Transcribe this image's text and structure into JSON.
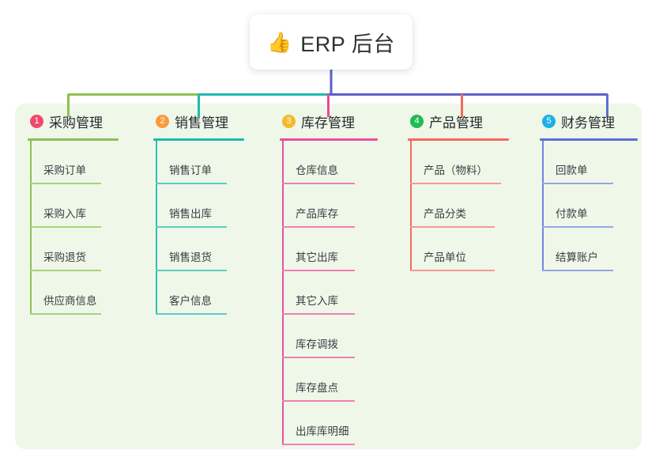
{
  "page": {
    "background": "#ffffff",
    "panel_background": "#eff7e9"
  },
  "root": {
    "icon": "thumbs-up-icon",
    "emoji": "👍",
    "title": "ERP 后台"
  },
  "columns": [
    {
      "number": "1",
      "title": "采购管理",
      "badge_color": "#f2496b",
      "rule_color": "#8cc152",
      "spine_color": "#8cc152",
      "leaf_rule_color": "#a8d27a",
      "items": [
        {
          "label": "采购订单"
        },
        {
          "label": "采购入库"
        },
        {
          "label": "采购退货"
        },
        {
          "label": "供应商信息"
        }
      ]
    },
    {
      "number": "2",
      "title": "销售管理",
      "badge_color": "#f99b3a",
      "rule_color": "#1fbbad",
      "spine_color": "#2fc0b2",
      "leaf_rule_color": "#5ccec3",
      "items": [
        {
          "label": "销售订单"
        },
        {
          "label": "销售出库"
        },
        {
          "label": "销售退货"
        },
        {
          "label": "客户信息"
        }
      ]
    },
    {
      "number": "3",
      "title": "库存管理",
      "badge_color": "#f7b929",
      "rule_color": "#e8519e",
      "spine_color": "#e8519e",
      "leaf_rule_color": "#ef7fb8",
      "items": [
        {
          "label": "仓库信息"
        },
        {
          "label": "产品库存"
        },
        {
          "label": "其它出库"
        },
        {
          "label": "其它入库"
        },
        {
          "label": "库存调拨"
        },
        {
          "label": "库存盘点"
        },
        {
          "label": "出库库明细"
        }
      ]
    },
    {
      "number": "4",
      "title": "产品管理",
      "badge_color": "#22ba55",
      "rule_color": "#f4685f",
      "spine_color": "#f4685f",
      "leaf_rule_color": "#f79a94",
      "items": [
        {
          "label": "产品（物料）"
        },
        {
          "label": "产品分类"
        },
        {
          "label": "产品单位"
        }
      ]
    },
    {
      "number": "5",
      "title": "财务管理",
      "badge_color": "#1cb0e8",
      "rule_color": "#5b6fd0",
      "spine_color": "#6f84dd",
      "leaf_rule_color": "#93a5e6",
      "items": [
        {
          "label": "回款单"
        },
        {
          "label": "付款单"
        },
        {
          "label": "结算账户"
        }
      ]
    }
  ],
  "connectors": {
    "stem_color": "#5b5fc7",
    "segment_1_color": "#8cc152",
    "segment_2_color": "#1fbbad",
    "segment_3_color": "#5b5fc7",
    "drop_1_color": "#8cc152",
    "drop_2_color": "#1fbbad",
    "drop_3_color": "#ec4899",
    "drop_4_color": "#f4685f",
    "drop_5_color": "#5b6fd0"
  }
}
